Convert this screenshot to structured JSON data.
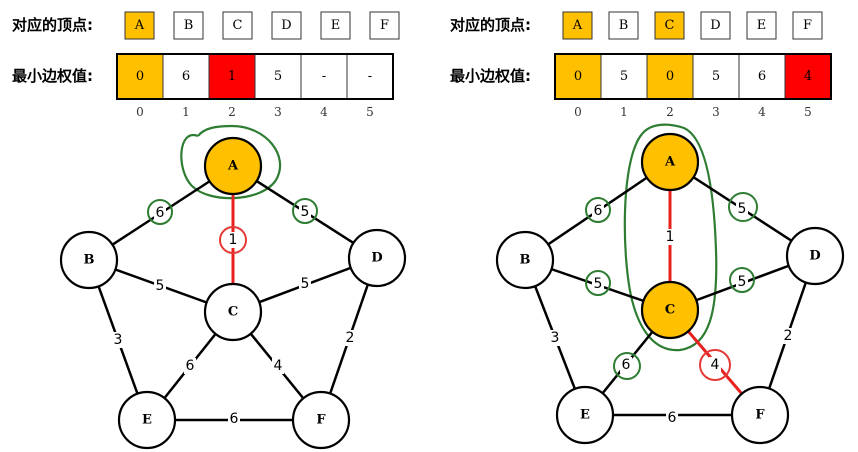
{
  "colors": {
    "highlight": "#FFC000",
    "red": "#FF0000",
    "edge_red": "#E8201E",
    "green_ann": "#2E7D32",
    "red_ann": "#E53935"
  },
  "panels": [
    {
      "vertex_label": "对应的顶点:",
      "weight_label": "最小边权值:",
      "vertices": [
        {
          "text": "A",
          "state": "selected"
        },
        {
          "text": "B",
          "state": "normal"
        },
        {
          "text": "C",
          "state": "normal"
        },
        {
          "text": "D",
          "state": "normal"
        },
        {
          "text": "E",
          "state": "normal"
        },
        {
          "text": "F",
          "state": "normal"
        }
      ],
      "weights": [
        {
          "text": "0",
          "state": "selected"
        },
        {
          "text": "6",
          "state": "normal"
        },
        {
          "text": "1",
          "state": "min"
        },
        {
          "text": "5",
          "state": "normal"
        },
        {
          "text": "-",
          "state": "normal"
        },
        {
          "text": "-",
          "state": "normal"
        }
      ],
      "indices": [
        "0",
        "1",
        "2",
        "3",
        "4",
        "5"
      ],
      "nodes": [
        {
          "id": "A",
          "state": "selected"
        },
        {
          "id": "B",
          "state": "normal"
        },
        {
          "id": "C",
          "state": "normal"
        },
        {
          "id": "D",
          "state": "normal"
        },
        {
          "id": "E",
          "state": "normal"
        },
        {
          "id": "F",
          "state": "normal"
        }
      ],
      "edges": [
        {
          "from": "A",
          "to": "B",
          "weight": "6",
          "state": "normal"
        },
        {
          "from": "A",
          "to": "C",
          "weight": "1",
          "state": "tree"
        },
        {
          "from": "A",
          "to": "D",
          "weight": "5",
          "state": "normal"
        },
        {
          "from": "B",
          "to": "C",
          "weight": "5",
          "state": "normal"
        },
        {
          "from": "C",
          "to": "D",
          "weight": "5",
          "state": "normal"
        },
        {
          "from": "B",
          "to": "E",
          "weight": "3",
          "state": "normal"
        },
        {
          "from": "C",
          "to": "E",
          "weight": "6",
          "state": "normal"
        },
        {
          "from": "C",
          "to": "F",
          "weight": "4",
          "state": "normal"
        },
        {
          "from": "D",
          "to": "F",
          "weight": "2",
          "state": "normal"
        },
        {
          "from": "E",
          "to": "F",
          "weight": "6",
          "state": "normal"
        }
      ]
    },
    {
      "vertex_label": "对应的顶点:",
      "weight_label": "最小边权值:",
      "vertices": [
        {
          "text": "A",
          "state": "selected"
        },
        {
          "text": "B",
          "state": "normal"
        },
        {
          "text": "C",
          "state": "selected"
        },
        {
          "text": "D",
          "state": "normal"
        },
        {
          "text": "E",
          "state": "normal"
        },
        {
          "text": "F",
          "state": "normal"
        }
      ],
      "weights": [
        {
          "text": "0",
          "state": "selected"
        },
        {
          "text": "5",
          "state": "normal"
        },
        {
          "text": "0",
          "state": "selected"
        },
        {
          "text": "5",
          "state": "normal"
        },
        {
          "text": "6",
          "state": "normal"
        },
        {
          "text": "4",
          "state": "min"
        }
      ],
      "indices": [
        "0",
        "1",
        "2",
        "3",
        "4",
        "5"
      ],
      "nodes": [
        {
          "id": "A",
          "state": "selected"
        },
        {
          "id": "B",
          "state": "normal"
        },
        {
          "id": "C",
          "state": "selected"
        },
        {
          "id": "D",
          "state": "normal"
        },
        {
          "id": "E",
          "state": "normal"
        },
        {
          "id": "F",
          "state": "normal"
        }
      ],
      "edges": [
        {
          "from": "A",
          "to": "B",
          "weight": "6",
          "state": "normal"
        },
        {
          "from": "A",
          "to": "C",
          "weight": "1",
          "state": "tree"
        },
        {
          "from": "A",
          "to": "D",
          "weight": "5",
          "state": "normal"
        },
        {
          "from": "B",
          "to": "C",
          "weight": "5",
          "state": "normal"
        },
        {
          "from": "C",
          "to": "D",
          "weight": "5",
          "state": "normal"
        },
        {
          "from": "B",
          "to": "E",
          "weight": "3",
          "state": "normal"
        },
        {
          "from": "C",
          "to": "E",
          "weight": "6",
          "state": "normal"
        },
        {
          "from": "C",
          "to": "F",
          "weight": "4",
          "state": "candidate"
        },
        {
          "from": "D",
          "to": "F",
          "weight": "2",
          "state": "normal"
        },
        {
          "from": "E",
          "to": "F",
          "weight": "6",
          "state": "normal"
        }
      ]
    }
  ]
}
